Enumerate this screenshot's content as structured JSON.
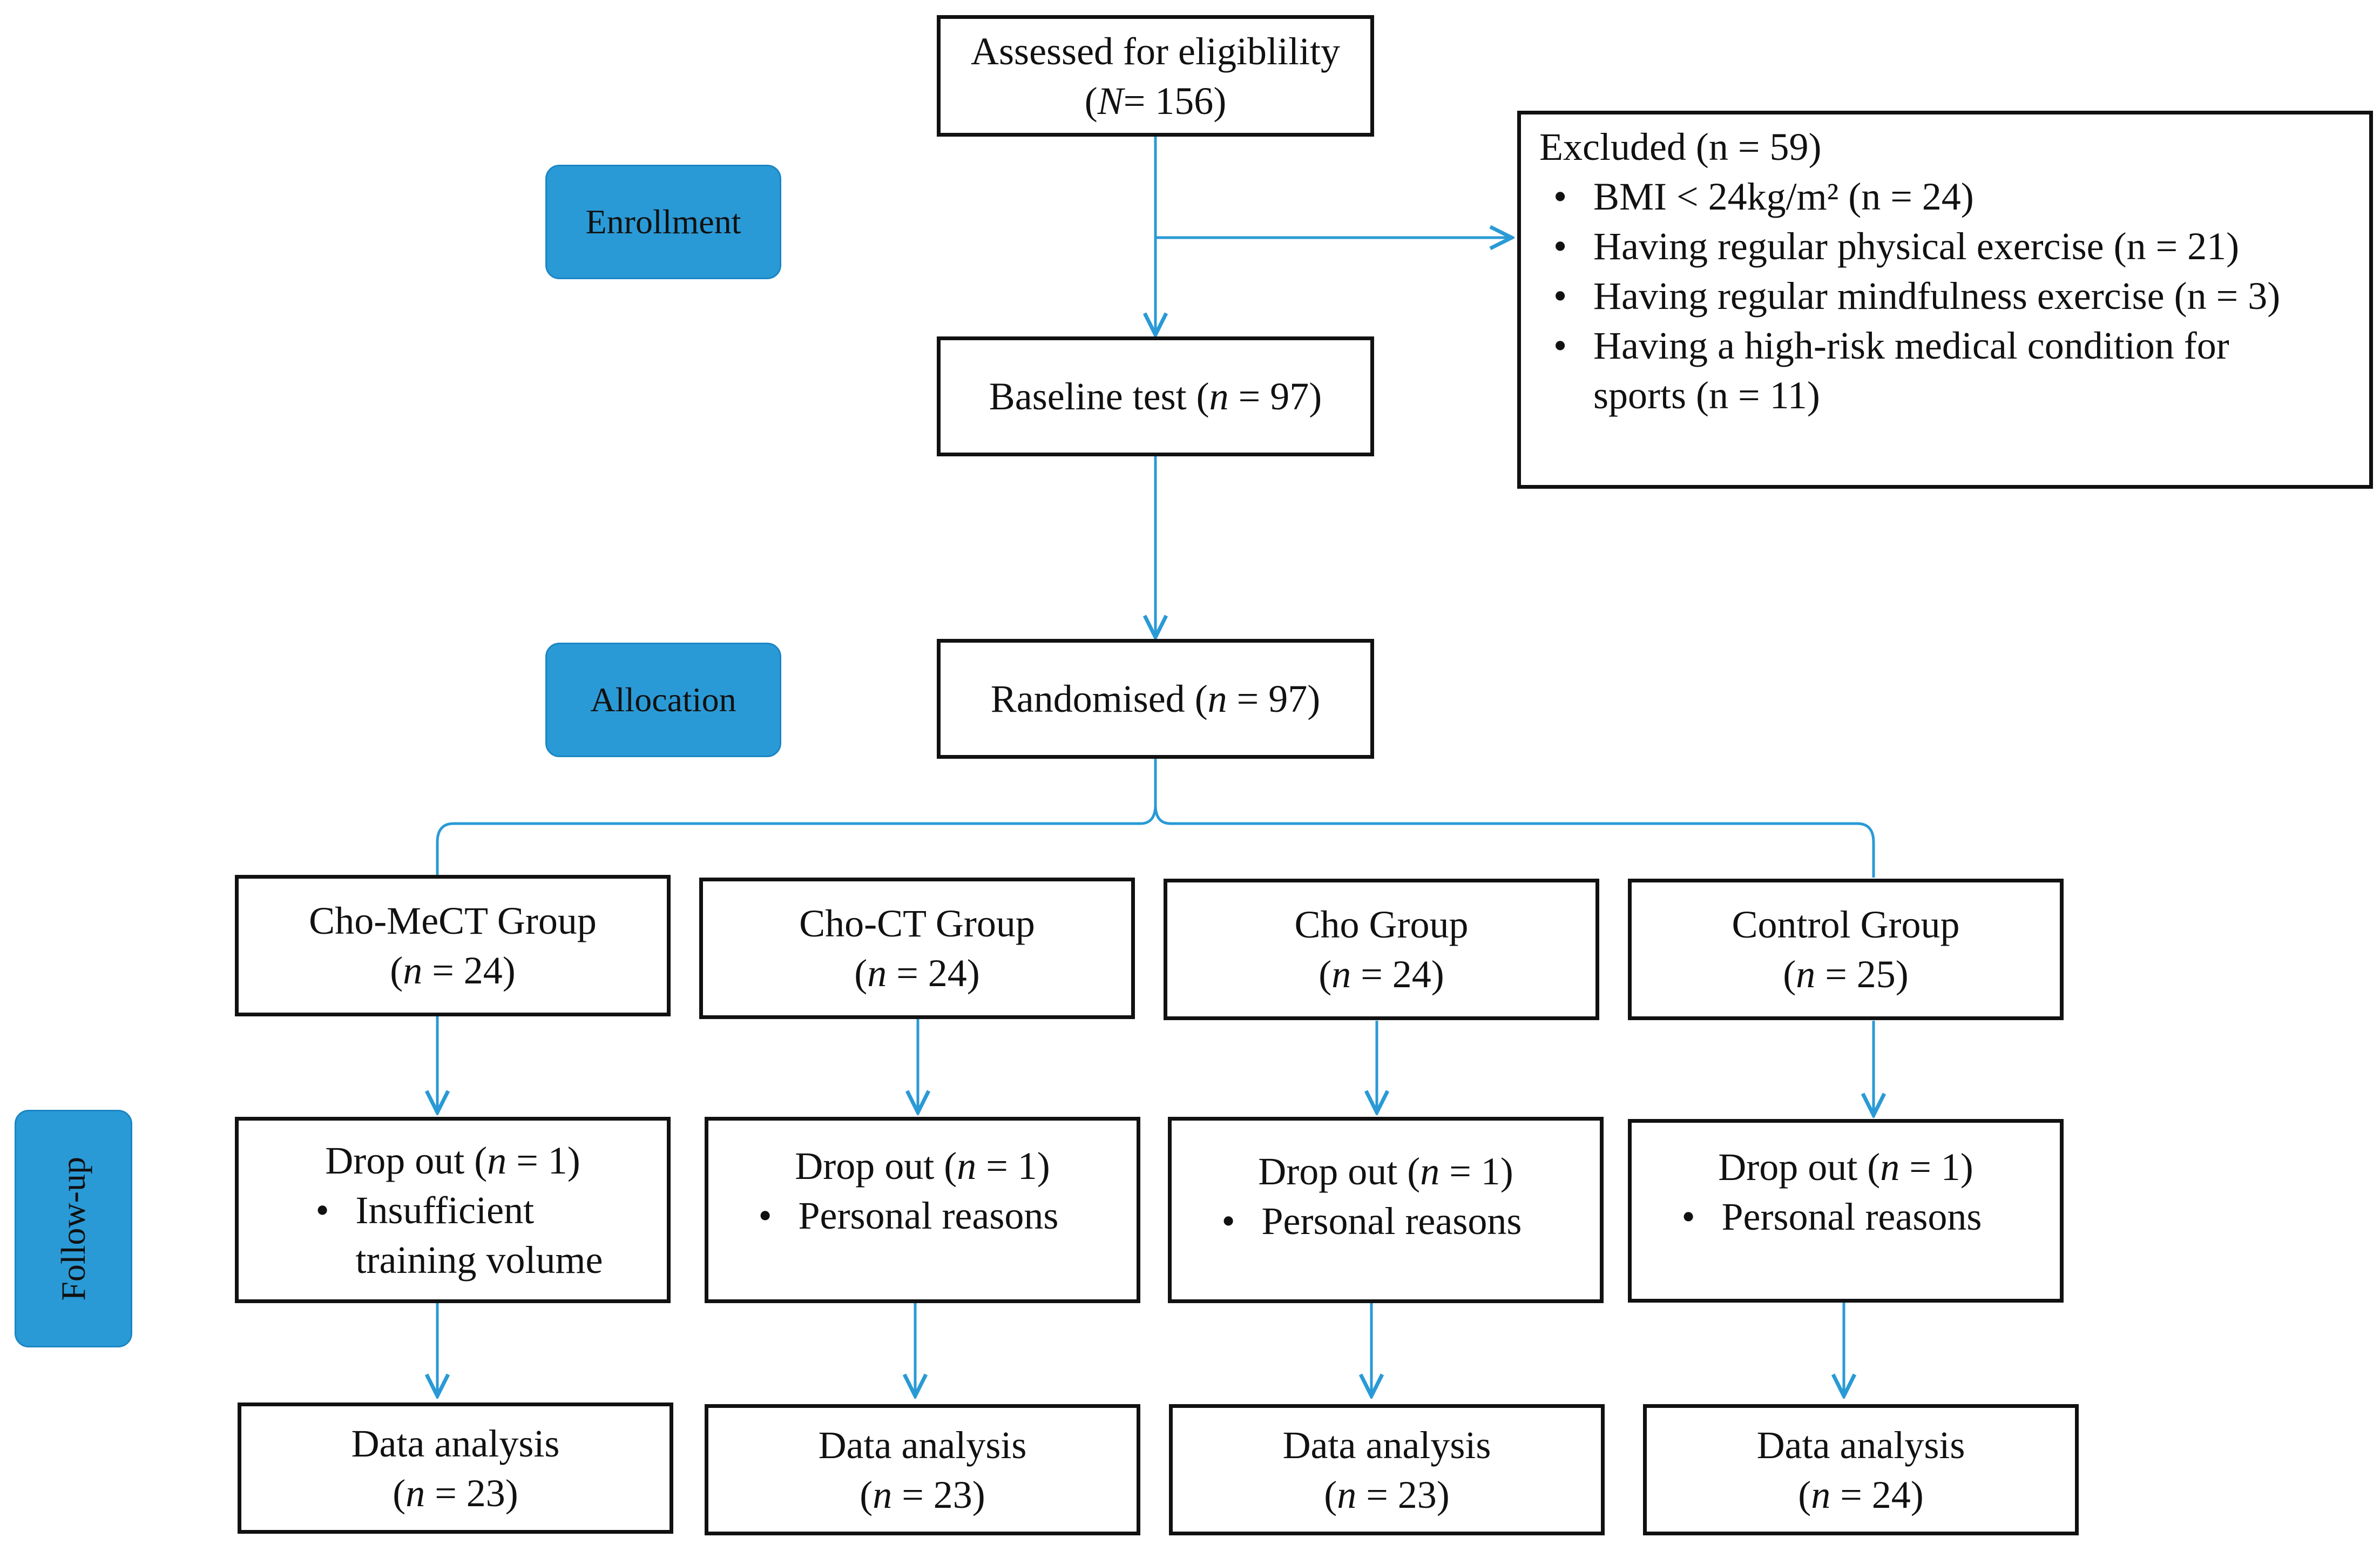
{
  "theme": {
    "arrow_color": "#2a9ad6",
    "stage_color": "#2a9ad6",
    "border_color": "#111111"
  },
  "stages": {
    "enrollment": "Enrollment",
    "allocation": "Allocation",
    "followup": "Follow-up"
  },
  "assessed": {
    "line1": "Assessed for eligiblility",
    "n_label": "N",
    "n_value": "= 156"
  },
  "excluded": {
    "title": "Excluded (n = 59)",
    "items": [
      "BMI < 24kg/m² (n = 24)",
      "Having regular physical exercise (n = 21)",
      "Having regular mindfulness exercise (n = 3)",
      "Having a high-risk medical condition for sports (n = 11)"
    ]
  },
  "baseline": {
    "label": "Baseline test",
    "n_label": "n",
    "n_value": "= 97"
  },
  "randomised": {
    "label": "Randomised",
    "n_label": "n",
    "n_value": "= 97"
  },
  "groups": [
    {
      "name": "Cho-MeCT Group",
      "n_label": "n",
      "n_value": "= 24",
      "dropout": {
        "label": "Drop out",
        "n_label": "n",
        "n_value": "= 1",
        "reason": "Insufficient training volume"
      },
      "analysis": {
        "label": "Data analysis",
        "n_label": "n",
        "n_value": "= 23"
      }
    },
    {
      "name": "Cho-CT Group",
      "n_label": "n",
      "n_value": "= 24",
      "dropout": {
        "label": "Drop out",
        "n_label": "n",
        "n_value": "= 1",
        "reason": "Personal reasons"
      },
      "analysis": {
        "label": "Data analysis",
        "n_label": "n",
        "n_value": "= 23"
      }
    },
    {
      "name": "Cho Group",
      "n_label": "n",
      "n_value": "= 24",
      "dropout": {
        "label": "Drop out",
        "n_label": "n",
        "n_value": "= 1",
        "reason": "Personal reasons"
      },
      "analysis": {
        "label": "Data analysis",
        "n_label": "n",
        "n_value": "= 23"
      }
    },
    {
      "name": "Control Group",
      "n_label": "n",
      "n_value": "= 25",
      "dropout": {
        "label": "Drop out",
        "n_label": "n",
        "n_value": "= 1",
        "reason": "Personal reasons"
      },
      "analysis": {
        "label": "Data analysis",
        "n_label": "n",
        "n_value": "= 24"
      }
    }
  ]
}
